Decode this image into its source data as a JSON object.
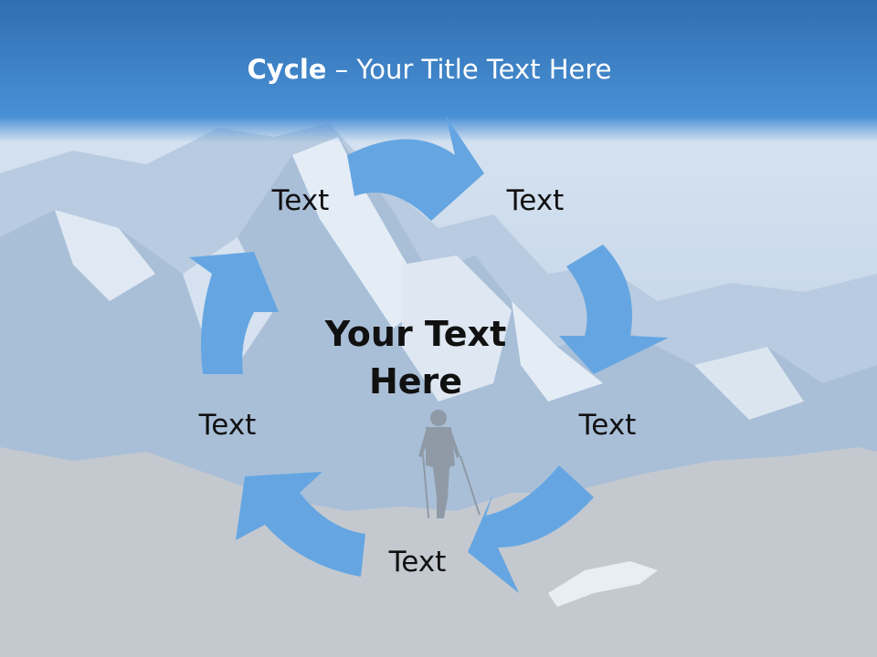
{
  "slide": {
    "title_bold": "Cycle",
    "title_rest": " – Your Title Text Here",
    "center_line1": "Your Text",
    "center_line2": "Here",
    "labels": [
      "Text",
      "Text",
      "Text",
      "Text",
      "Text"
    ]
  },
  "colors": {
    "header_top": "#2f6fb0",
    "header_bottom": "#4a90d6",
    "arrow_fill": "#65a6e2",
    "ground": "#c4c9cf"
  }
}
